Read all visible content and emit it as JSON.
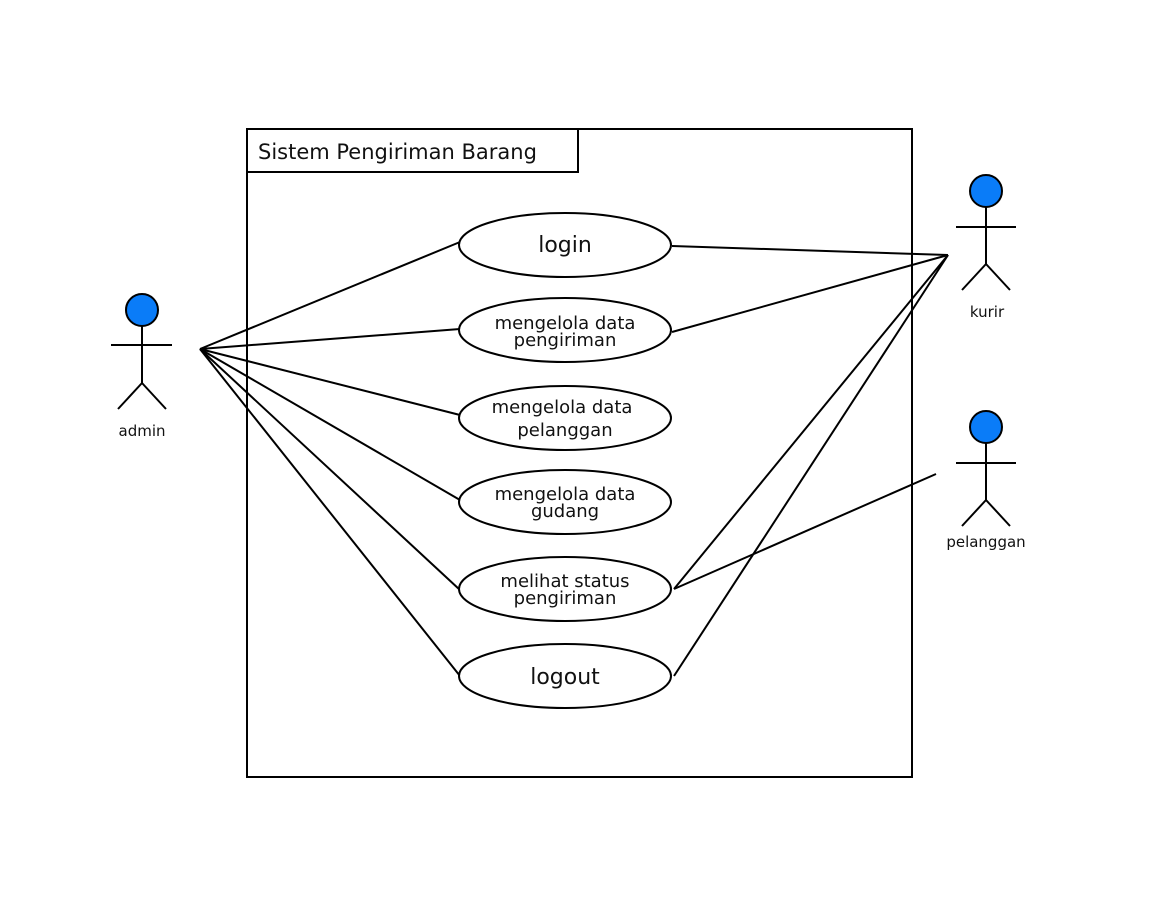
{
  "system": {
    "title": "Sistem Pengiriman Barang"
  },
  "actors": {
    "admin": {
      "label": "admin"
    },
    "kurir": {
      "label": "kurir"
    },
    "pelanggan": {
      "label": "pelanggan"
    }
  },
  "use_cases": {
    "login": {
      "line1": "login"
    },
    "kelola_pengiriman": {
      "line1": "mengelola data",
      "line2": "pengiriman"
    },
    "kelola_pelanggan": {
      "line1": "mengelola data",
      "line2": "pelanggan"
    },
    "kelola_gudang": {
      "line1": "mengelola data",
      "line2": "gudang"
    },
    "status": {
      "line1": "melihat status",
      "line2": "pengiriman"
    },
    "logout": {
      "line1": "logout"
    }
  },
  "colors": {
    "actor_head": "#0a7cf8",
    "line": "#000000"
  }
}
